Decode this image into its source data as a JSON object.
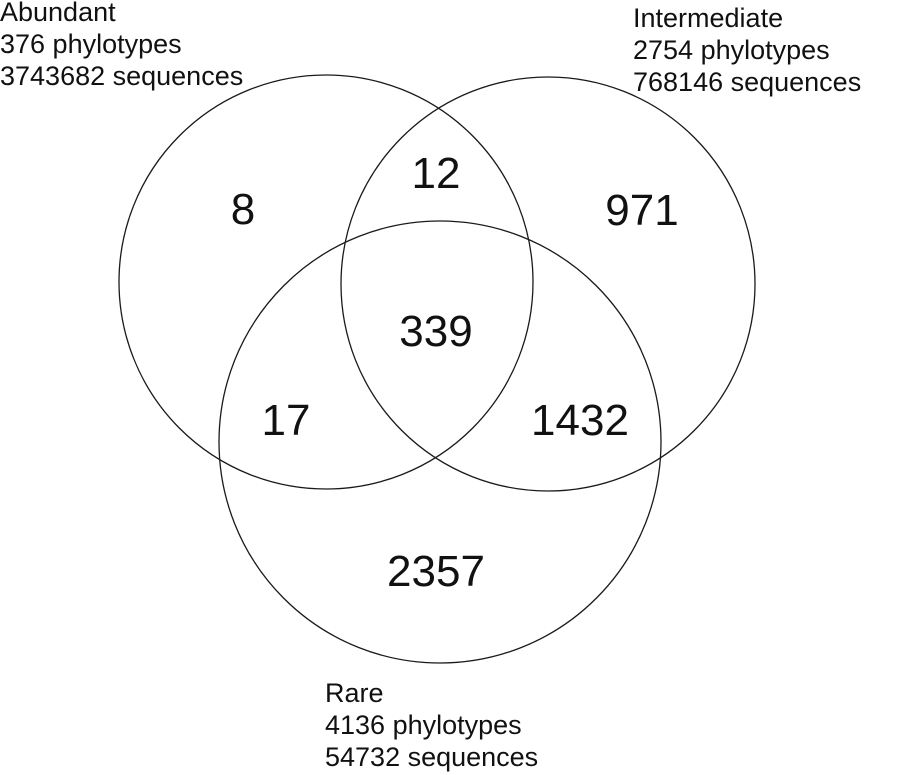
{
  "sets": {
    "abundant": {
      "name": "Abundant",
      "phylotypes": "376 phylotypes",
      "sequences": "3743682 sequences"
    },
    "intermediate": {
      "name": "Intermediate",
      "phylotypes": "2754 phylotypes",
      "sequences": "768146 sequences"
    },
    "rare": {
      "name": "Rare",
      "phylotypes": "4136 phylotypes",
      "sequences": "54732 sequences"
    }
  },
  "regions": {
    "abundant_only": "8",
    "abundant_intermediate": "12",
    "intermediate_only": "971",
    "all_three": "339",
    "abundant_rare": "17",
    "intermediate_rare": "1432",
    "rare_only": "2357"
  },
  "colors": {
    "stroke": "#1a1a1a",
    "text": "#111111",
    "background": "#ffffff"
  }
}
